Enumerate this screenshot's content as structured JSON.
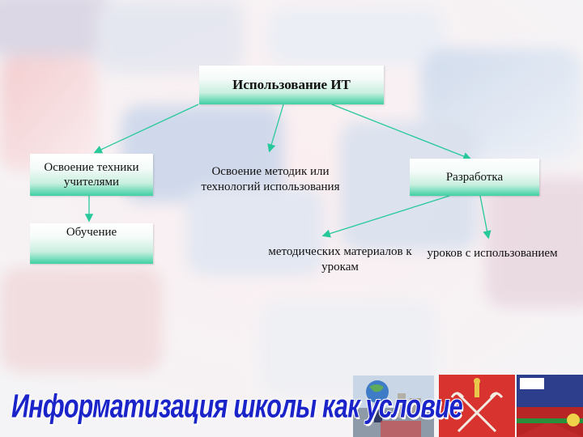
{
  "diagram": {
    "root": "Использование ИТ",
    "left_box": "Освоение техники учителями",
    "left_sub": "Обучение",
    "middle_box": "Освоение методик или технологий использования",
    "right_box": "Разработка",
    "right_sub_1": "методических материалов к урокам",
    "right_sub_2": "уроков с использованием"
  },
  "footer": {
    "title": "Информатизация школы как условие"
  },
  "colors": {
    "box_gradient_bottom": "#3fd0a3",
    "arrow": "#27c99b",
    "title": "#1a24c8"
  }
}
